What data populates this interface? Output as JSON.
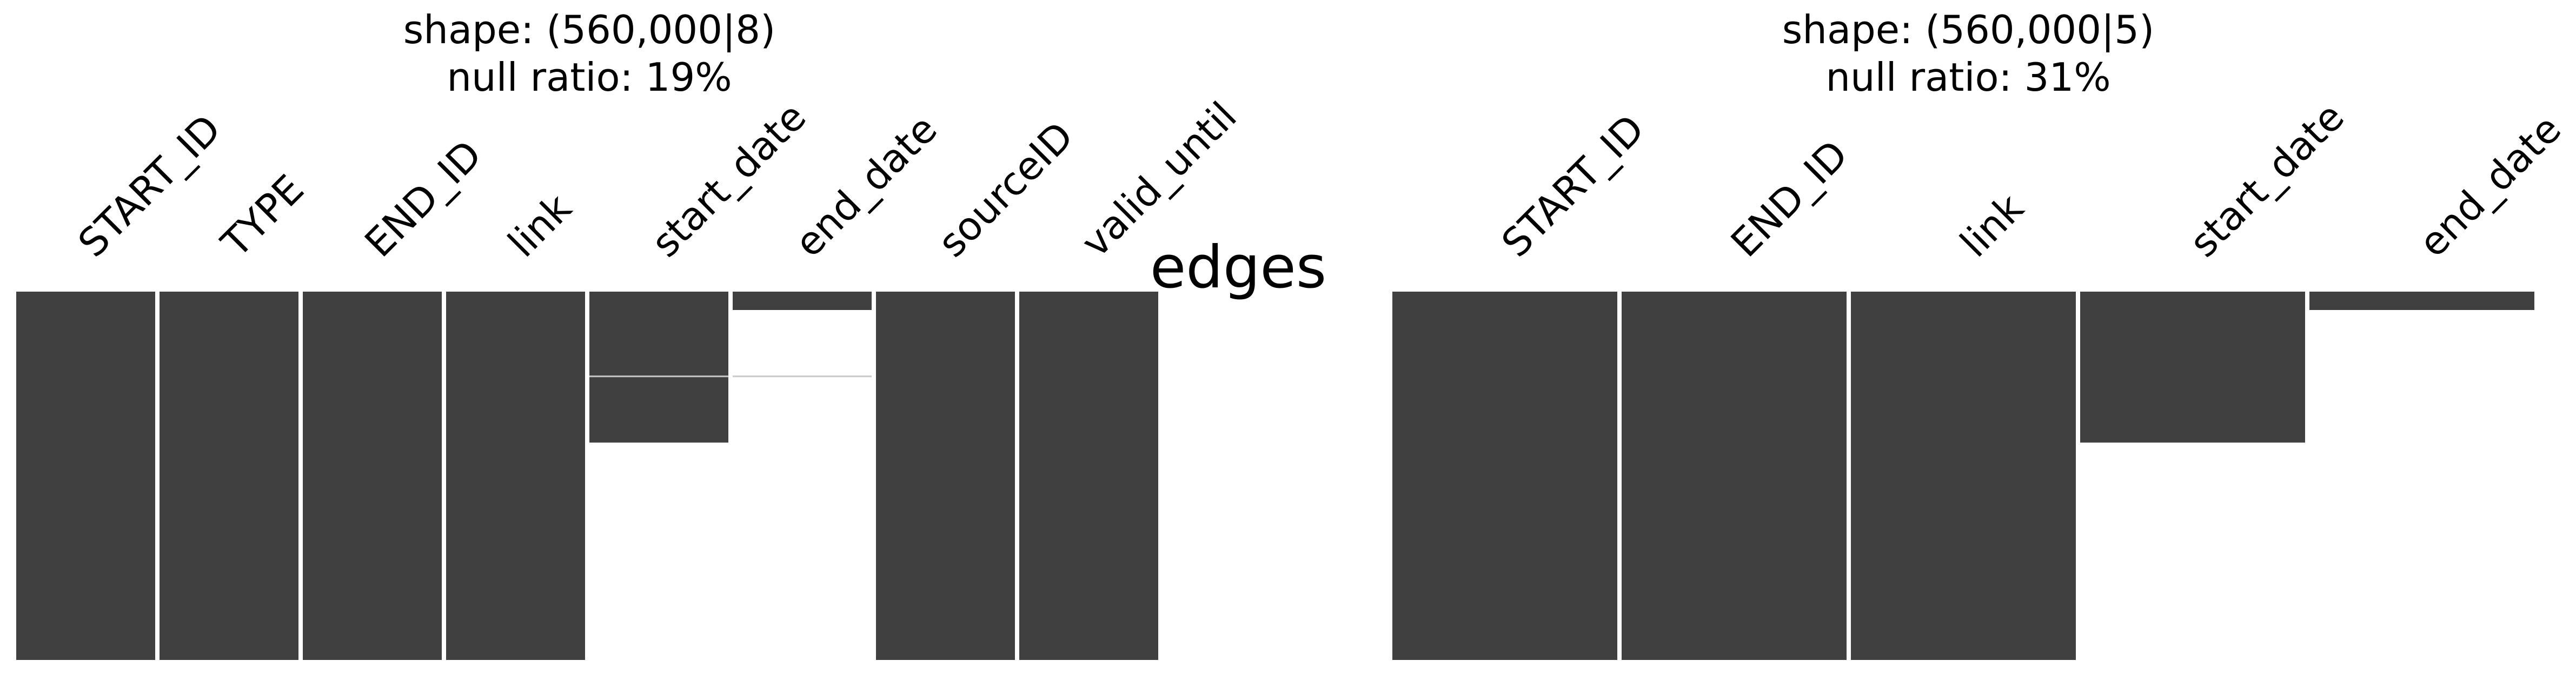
{
  "figure": {
    "suptitle": "edges"
  },
  "colors": {
    "present": "#404040",
    "missing": "#ffffff",
    "nullline": "#c8c8c8"
  },
  "chart_data": [
    {
      "type": "heatmap",
      "kind": "missingness-matrix",
      "title_lines": [
        "shape: (560,000|8)",
        "null ratio: 19%"
      ],
      "rows": 560000,
      "columns": [
        {
          "name": "START_ID",
          "segments": [
            [
              0,
              1,
              "present"
            ]
          ]
        },
        {
          "name": "TYPE",
          "segments": [
            [
              0,
              1,
              "present"
            ]
          ]
        },
        {
          "name": "END_ID",
          "segments": [
            [
              0,
              1,
              "present"
            ]
          ]
        },
        {
          "name": "link",
          "segments": [
            [
              0,
              1,
              "present"
            ]
          ]
        },
        {
          "name": "start_date",
          "segments": [
            [
              0,
              0.41,
              "present"
            ],
            [
              0.41,
              1,
              "missing"
            ]
          ],
          "null_lines": [
            0.23
          ]
        },
        {
          "name": "end_date",
          "segments": [
            [
              0,
              0.05,
              "present"
            ],
            [
              0.05,
              1,
              "missing"
            ]
          ],
          "null_lines": [
            0.23
          ]
        },
        {
          "name": "sourceID",
          "segments": [
            [
              0,
              1,
              "present"
            ]
          ]
        },
        {
          "name": "valid_until",
          "segments": [
            [
              0,
              1,
              "present"
            ]
          ]
        }
      ]
    },
    {
      "type": "heatmap",
      "kind": "missingness-matrix",
      "title_lines": [
        "shape: (560,000|5)",
        "null ratio: 31%"
      ],
      "rows": 560000,
      "columns": [
        {
          "name": "START_ID",
          "segments": [
            [
              0,
              1,
              "present"
            ]
          ]
        },
        {
          "name": "END_ID",
          "segments": [
            [
              0,
              1,
              "present"
            ]
          ]
        },
        {
          "name": "link",
          "segments": [
            [
              0,
              1,
              "present"
            ]
          ]
        },
        {
          "name": "start_date",
          "segments": [
            [
              0,
              0.41,
              "present"
            ],
            [
              0.41,
              1,
              "missing"
            ]
          ]
        },
        {
          "name": "end_date",
          "segments": [
            [
              0,
              0.05,
              "present"
            ],
            [
              0.05,
              1,
              "missing"
            ]
          ]
        }
      ]
    }
  ]
}
